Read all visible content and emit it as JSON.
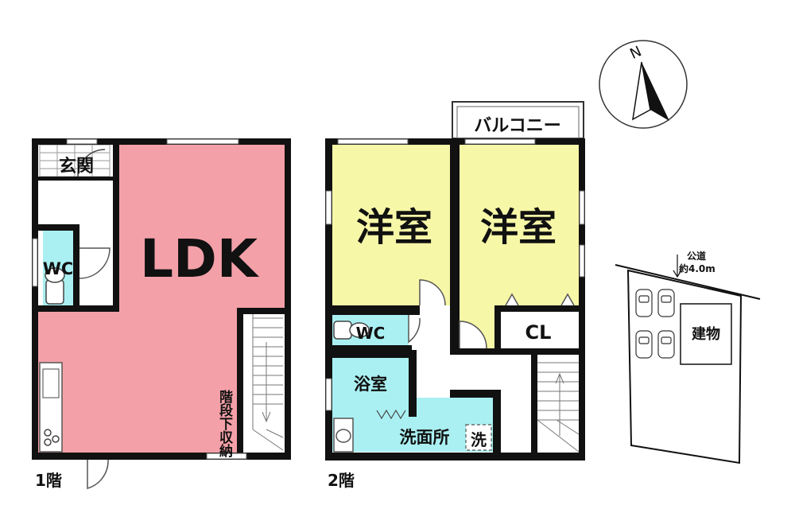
{
  "floor1": {
    "label": "1階",
    "rooms": {
      "ldk": "LDK",
      "entrance": "玄関",
      "wc": "WC",
      "stair_storage": "階段下収納"
    }
  },
  "floor2": {
    "label": "2階",
    "rooms": {
      "western_left": "洋室",
      "western_right": "洋室",
      "balcony": "バルコニー",
      "wc": "WC",
      "closet": "CL",
      "bath": "浴室",
      "washroom": "洗面所",
      "washer": "洗"
    }
  },
  "compass": {
    "north": "N"
  },
  "site": {
    "road_label": "公道",
    "road_width": "約4.0m",
    "building": "建物"
  },
  "colors": {
    "ldk": "#f4a0a8",
    "western": "#f7f7a8",
    "water": "#aaf0f2",
    "wall": "#111111"
  }
}
